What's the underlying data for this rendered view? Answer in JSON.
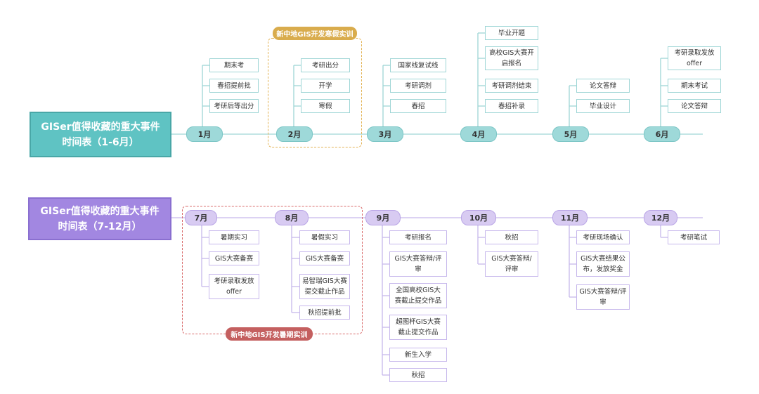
{
  "row1": {
    "title": "GISer值得收藏的重大事件\n时间表（1-6月）",
    "banner": "新中地GIS开发寒假实训",
    "months": [
      {
        "label": "1月",
        "events": [
          "期末考",
          "春招提前批",
          "考研后等出分"
        ]
      },
      {
        "label": "2月",
        "events": [
          "考研出分",
          "开学",
          "寒假"
        ]
      },
      {
        "label": "3月",
        "events": [
          "国家线复试线",
          "考研调剂",
          "春招"
        ]
      },
      {
        "label": "4月",
        "events": [
          "毕业开题",
          "高校GIS大赛开\n启报名",
          "考研调剂结束",
          "春招补录"
        ]
      },
      {
        "label": "5月",
        "events": [
          "论文答辩",
          "毕业设计"
        ]
      },
      {
        "label": "6月",
        "events": [
          "考研录取发放\noffer",
          "期末考试",
          "论文答辩"
        ]
      }
    ]
  },
  "row2": {
    "title": "GISer值得收藏的重大事件\n时间表（7-12月）",
    "banner": "新中地GIS开发暑期实训",
    "months": [
      {
        "label": "7月",
        "events": [
          "暑期实习",
          "GIS大赛备赛",
          "考研录取发放\noffer"
        ]
      },
      {
        "label": "8月",
        "events": [
          "暑假实习",
          "GIS大赛备赛",
          "易智瑞GIS大赛\n提交截止作品",
          "秋招提前批"
        ]
      },
      {
        "label": "9月",
        "events": [
          "考研报名",
          "GIS大赛答辩/评\n审",
          "全国高校GIS大\n赛截止提交作品",
          "超图杯GIS大赛\n截止提交作品",
          "新生入学",
          "秋招"
        ]
      },
      {
        "label": "10月",
        "events": [
          "秋招",
          "GIS大赛答辩/\n评审"
        ]
      },
      {
        "label": "11月",
        "events": [
          "考研现场确认",
          "GIS大赛结果公\n布，发放奖金",
          "GIS大赛答辩/评\n审"
        ]
      },
      {
        "label": "12月",
        "events": [
          "考研笔试"
        ]
      }
    ]
  },
  "colors": {
    "teal": "#5fc3c3",
    "purple": "#a287e1",
    "orange_banner": "#d9ac4d",
    "red_banner": "#c45f5f"
  }
}
